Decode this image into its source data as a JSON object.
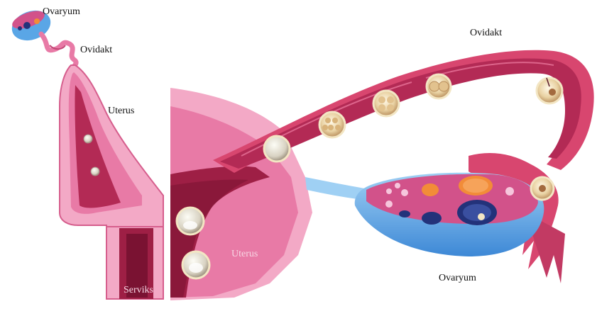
{
  "labels": {
    "ovary_small": "Ovaryum",
    "oviduct_small": "Ovidakt",
    "uterus_small": "Uterus",
    "cervix": "Serviks",
    "oviduct_large": "Ovidakt",
    "uterus_large": "Uterus",
    "ovary_large": "Ovaryum"
  },
  "colors": {
    "tissue_pink": "#e87aa6",
    "tissue_light": "#f3a9c6",
    "lumen_dark": "#9e1f45",
    "lumen_deep": "#7a1232",
    "ovary_blue": "#5aa6e6",
    "ovary_pink": "#d2528a",
    "follicle_orange": "#f28c38",
    "follicle_navy": "#23327a",
    "embryo_cream": "#f3e6c4",
    "background": "#ffffff"
  }
}
